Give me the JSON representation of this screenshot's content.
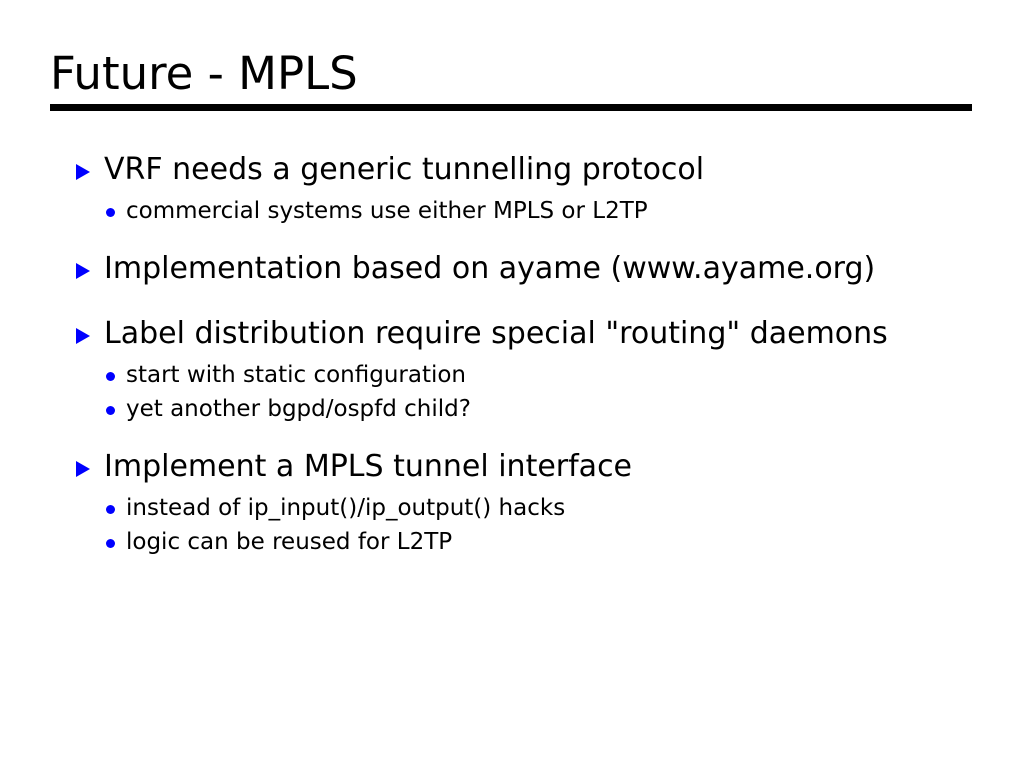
{
  "slide": {
    "title": "Future - MPLS",
    "background_color": "#ffffff",
    "text_color": "#000000",
    "bullet_color": "#0000ff",
    "rule_color": "#000000",
    "groups": [
      {
        "marker": "triangle-right",
        "text": "VRF needs a generic tunnelling protocol",
        "sub": [
          {
            "marker": "dot",
            "text": "commercial systems use either MPLS or L2TP"
          }
        ]
      },
      {
        "marker": "triangle-right",
        "text": "Implementation based on ayame (www.ayame.org)",
        "sub": []
      },
      {
        "marker": "triangle-right",
        "text": "Label distribution require special \"routing\" daemons",
        "sub": [
          {
            "marker": "dot",
            "text": "start with static configuration"
          },
          {
            "marker": "dot",
            "text": "yet another bgpd/ospfd child?"
          }
        ]
      },
      {
        "marker": "triangle-right",
        "text": "Implement a MPLS tunnel interface",
        "sub": [
          {
            "marker": "dot",
            "text": "instead of ip_input()/ip_output() hacks"
          },
          {
            "marker": "dot",
            "text": "logic can be reused for L2TP"
          }
        ]
      }
    ]
  }
}
